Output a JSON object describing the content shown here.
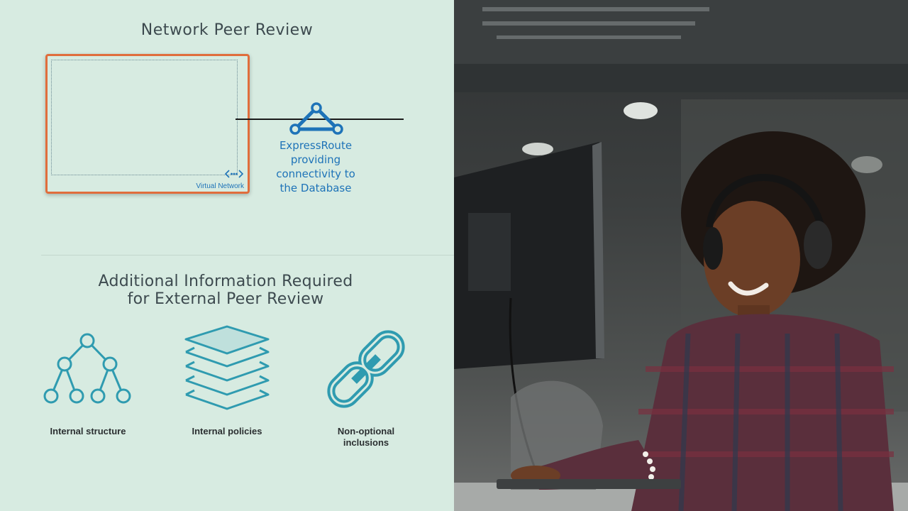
{
  "diagram": {
    "title": "Network Peer Review",
    "virtual_network_label": "Virtual Network",
    "expressroute_lines": [
      "ExpressRoute",
      "providing",
      "connectivity to",
      "the Database"
    ],
    "section_heading_lines": [
      "Additional Information Required",
      "for External Peer Review"
    ],
    "items": [
      {
        "icon": "hierarchy-icon",
        "caption_lines": [
          "Internal structure"
        ]
      },
      {
        "icon": "layers-icon",
        "caption_lines": [
          "Internal policies"
        ]
      },
      {
        "icon": "link-icon",
        "caption_lines": [
          "Non-optional",
          "inclusions"
        ]
      }
    ],
    "colors": {
      "panel_bg": "#d7ebe1",
      "vnet_border": "#e06d3c",
      "accent_blue": "#1e73b8",
      "icon_teal": "#2f9bb0",
      "icon_fill": "#bfe0dc"
    }
  },
  "photo": {
    "description_icon": "photo-person-headphones"
  }
}
